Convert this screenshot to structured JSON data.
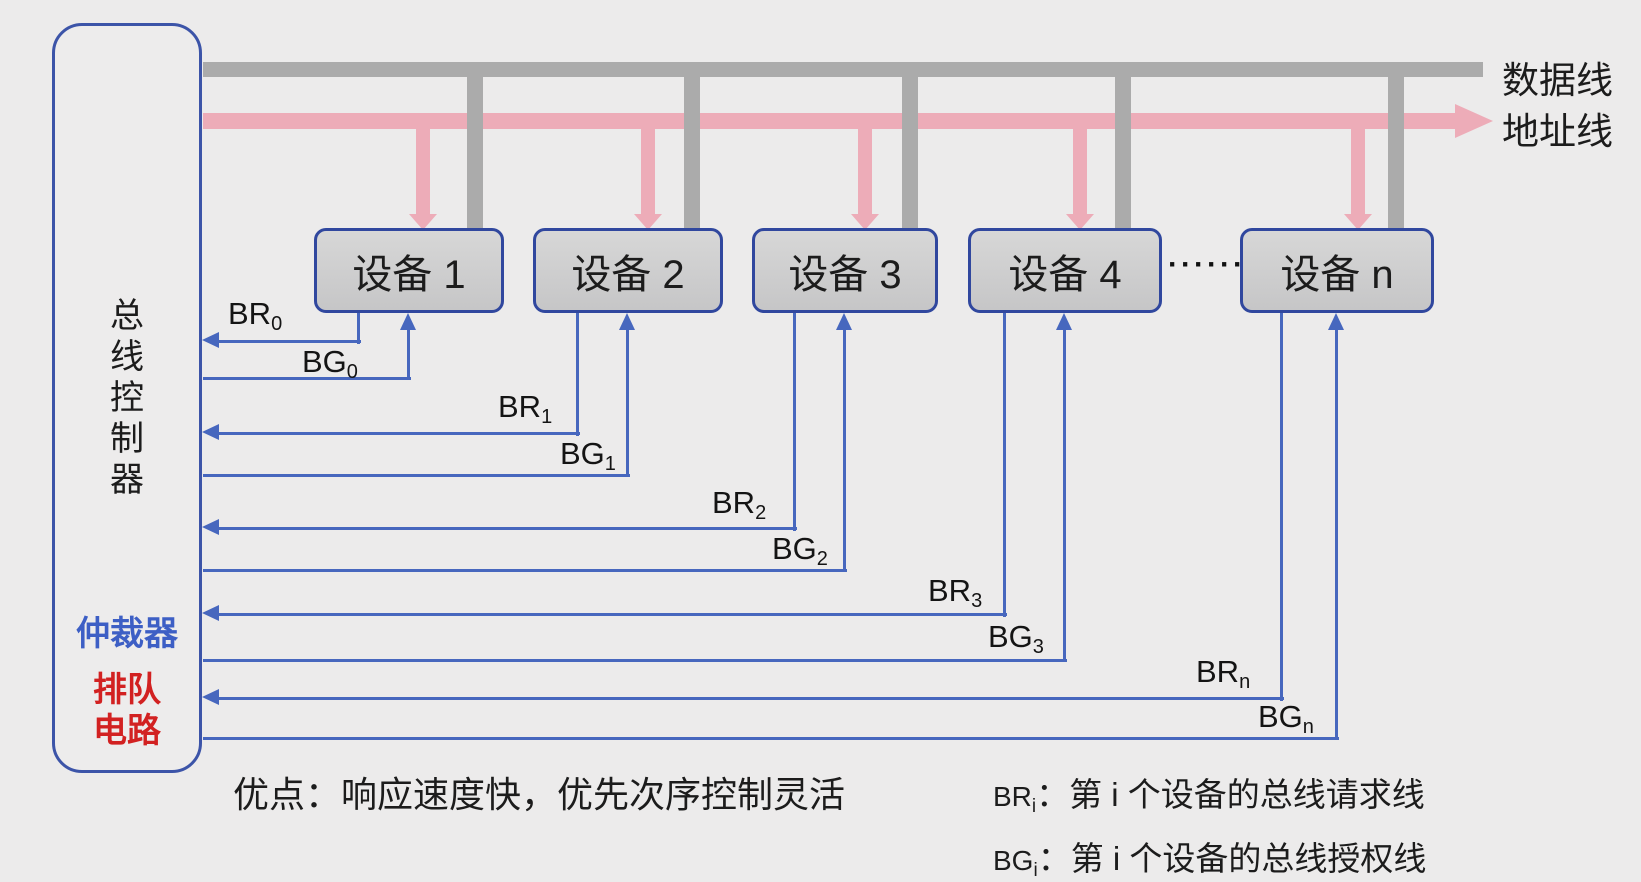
{
  "colors": {
    "background": "#ECEBEB",
    "data_bus": "#ABABAB",
    "address_bus": "#EDACB8",
    "signal_line": "#4767BE",
    "device_fill": "#CDCDCE",
    "device_border": "#30479E",
    "controller_border": "#3C54A8",
    "arbiter_text": "#3D5FC5",
    "queue_text": "#D22121",
    "text": "#1C1C1C"
  },
  "controller": {
    "title": "总线控制器",
    "arbiter": "仲裁器",
    "queue_line1": "排队",
    "queue_line2": "电路"
  },
  "buses": {
    "data_label": "数据线",
    "address_label": "地址线"
  },
  "devices": {
    "items": [
      "设备 1",
      "设备 2",
      "设备 3",
      "设备 4",
      "设备 n"
    ],
    "ellipsis": "·······"
  },
  "signals": [
    {
      "request": "BR",
      "request_sub": "0",
      "grant": "BG",
      "grant_sub": "0"
    },
    {
      "request": "BR",
      "request_sub": "1",
      "grant": "BG",
      "grant_sub": "1"
    },
    {
      "request": "BR",
      "request_sub": "2",
      "grant": "BG",
      "grant_sub": "2"
    },
    {
      "request": "BR",
      "request_sub": "3",
      "grant": "BG",
      "grant_sub": "3"
    },
    {
      "request": "BR",
      "request_sub": "n",
      "grant": "BG",
      "grant_sub": "n"
    }
  ],
  "footer": {
    "advantage": "优点：响应速度快，优先次序控制灵活"
  },
  "legend": [
    {
      "base": "BR",
      "sub": "i",
      "desc": "：第 i 个设备的总线请求线"
    },
    {
      "base": "BG",
      "sub": "i",
      "desc": "：第 i 个设备的总线授权线"
    }
  ]
}
